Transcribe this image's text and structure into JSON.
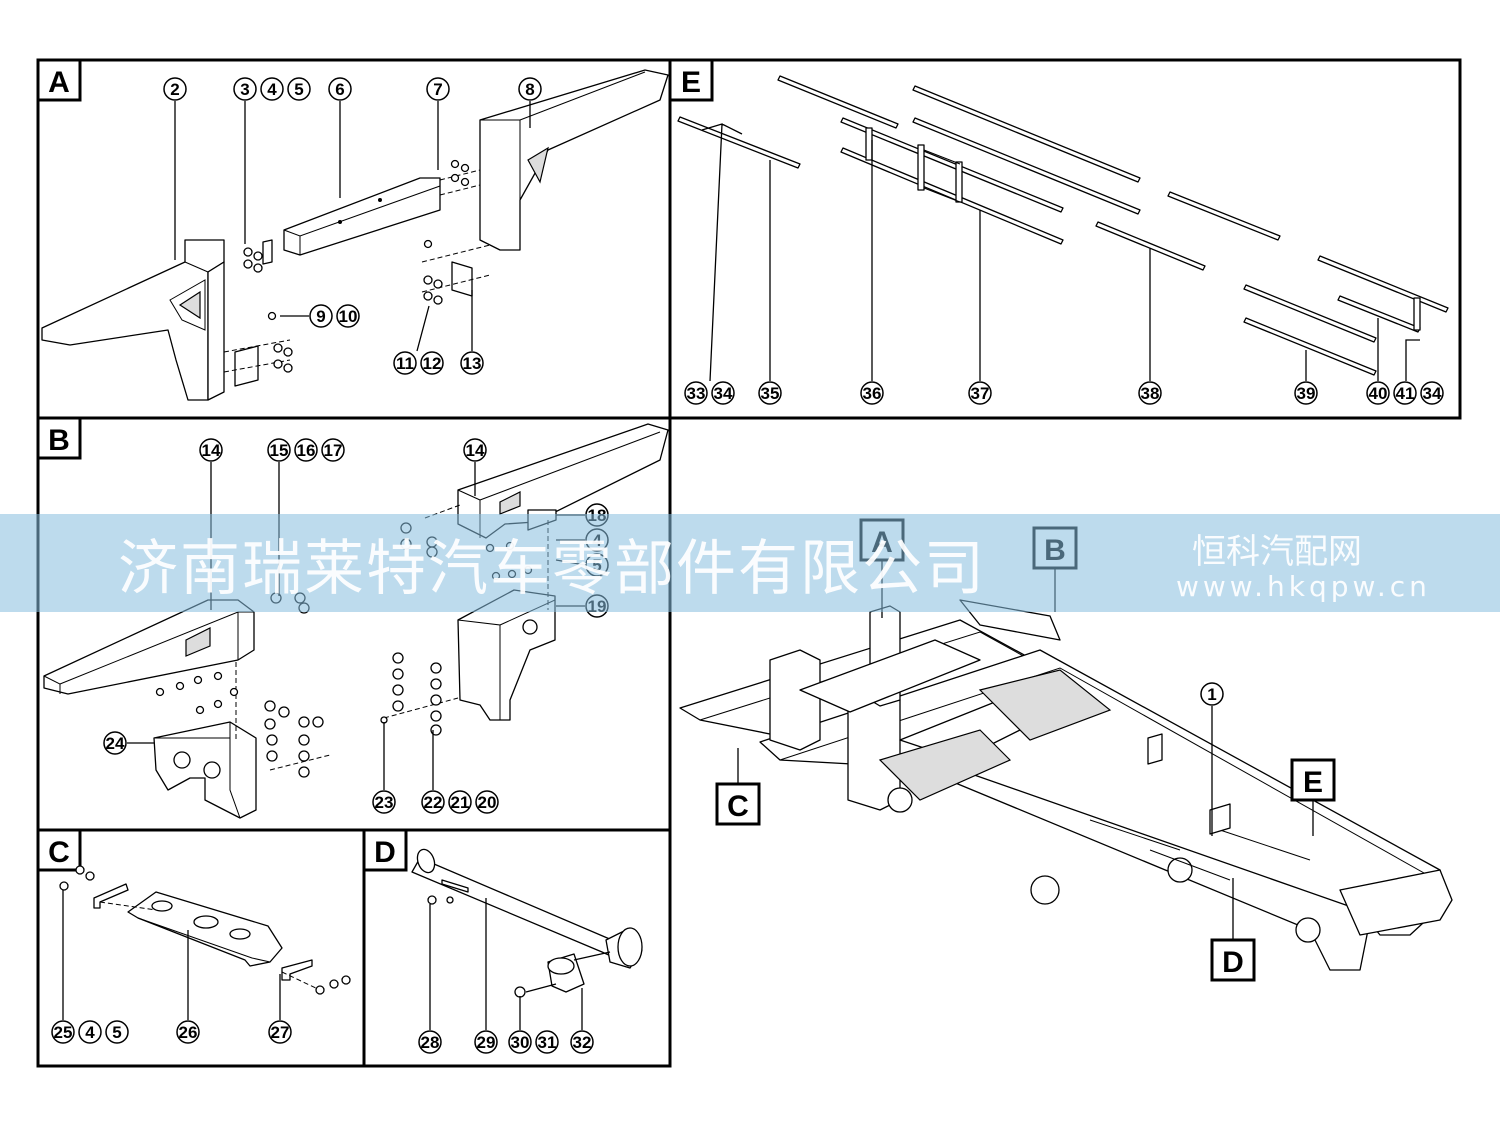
{
  "panels": [
    {
      "id": "A",
      "label": "A"
    },
    {
      "id": "B",
      "label": "B"
    },
    {
      "id": "C",
      "label": "C"
    },
    {
      "id": "D",
      "label": "D"
    },
    {
      "id": "E",
      "label": "E"
    }
  ],
  "callouts": {
    "A": [
      "2",
      "3",
      "4",
      "5",
      "6",
      "7",
      "8",
      "9",
      "10",
      "11",
      "12",
      "13"
    ],
    "B": [
      "14",
      "15",
      "16",
      "17",
      "14",
      "18",
      "4",
      "5",
      "19",
      "24",
      "23",
      "22",
      "21",
      "20"
    ],
    "C": [
      "25",
      "4",
      "5",
      "26",
      "27"
    ],
    "D": [
      "28",
      "29",
      "30",
      "31",
      "32"
    ],
    "E": [
      "33",
      "34",
      "35",
      "36",
      "37",
      "38",
      "39",
      "40",
      "41",
      "34"
    ],
    "overview": [
      "1"
    ]
  },
  "overview_labels": [
    "A",
    "B",
    "C",
    "D",
    "E"
  ],
  "watermark": {
    "main": "济南瑞莱特汽车零部件有限公司",
    "site_name": "恒科汽配网",
    "site_url": "www.hkqpw.cn"
  }
}
